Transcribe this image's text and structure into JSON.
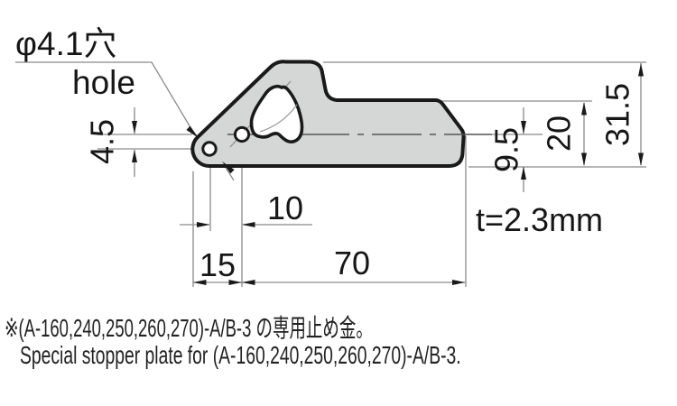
{
  "drawing": {
    "hole_callout": {
      "jp": "φ4.1穴",
      "en": "hole"
    },
    "thickness_label": "t=2.3mm",
    "dims": {
      "hole_vertical_offset": "4.5",
      "hole_pitch": "10",
      "edge_to_hole": "15",
      "hole_to_right_end": "70",
      "bottom_to_centerline": "9.5",
      "bottom_to_top_flat": "20",
      "overall_height": "31.5"
    },
    "colors": {
      "plate_fill": "#d5d6d6",
      "outline": "#1a1a1a",
      "dim_lines": "#8a8a8a"
    }
  },
  "notes": {
    "jp": "※(A-160,240,250,260,270)-A/B-3 の専用止め金。",
    "en": "Special stopper plate for (A-160,240,250,260,270)-A/B-3."
  }
}
